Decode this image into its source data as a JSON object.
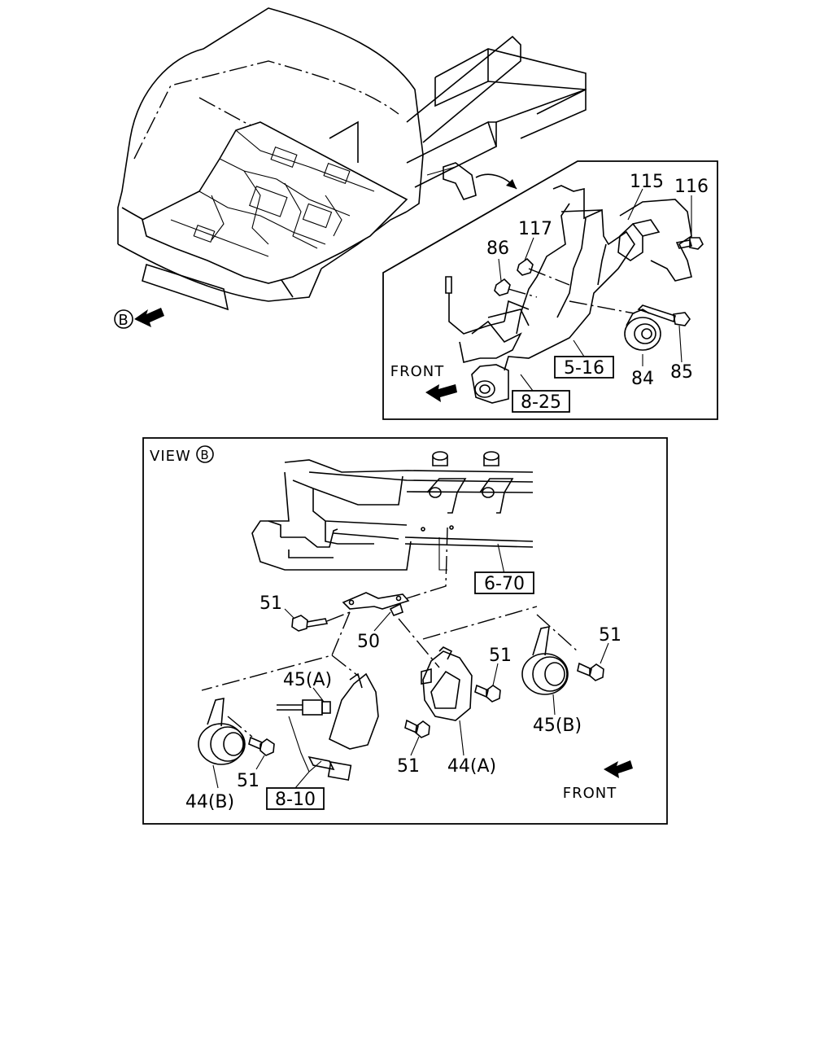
{
  "top_view": {
    "view_marker": "B",
    "front_label": "FRONT",
    "callouts": {
      "c115": "115",
      "c116": "116",
      "c117": "117",
      "c86": "86",
      "c84": "84",
      "c85": "85"
    },
    "refs": {
      "r516": "5-16",
      "r825": "8-25"
    }
  },
  "view_b": {
    "title": "VIEW",
    "title_marker": "B",
    "front_label": "FRONT",
    "callouts": {
      "c51a": "51",
      "c50": "50",
      "c51b": "51",
      "c51c": "51",
      "c45a": "45(A)",
      "c51d": "51",
      "c44a": "44(A)",
      "c45b": "45(B)",
      "c51e": "51",
      "c44b": "44(B)"
    },
    "refs": {
      "r670": "6-70",
      "r810": "8-10"
    }
  }
}
